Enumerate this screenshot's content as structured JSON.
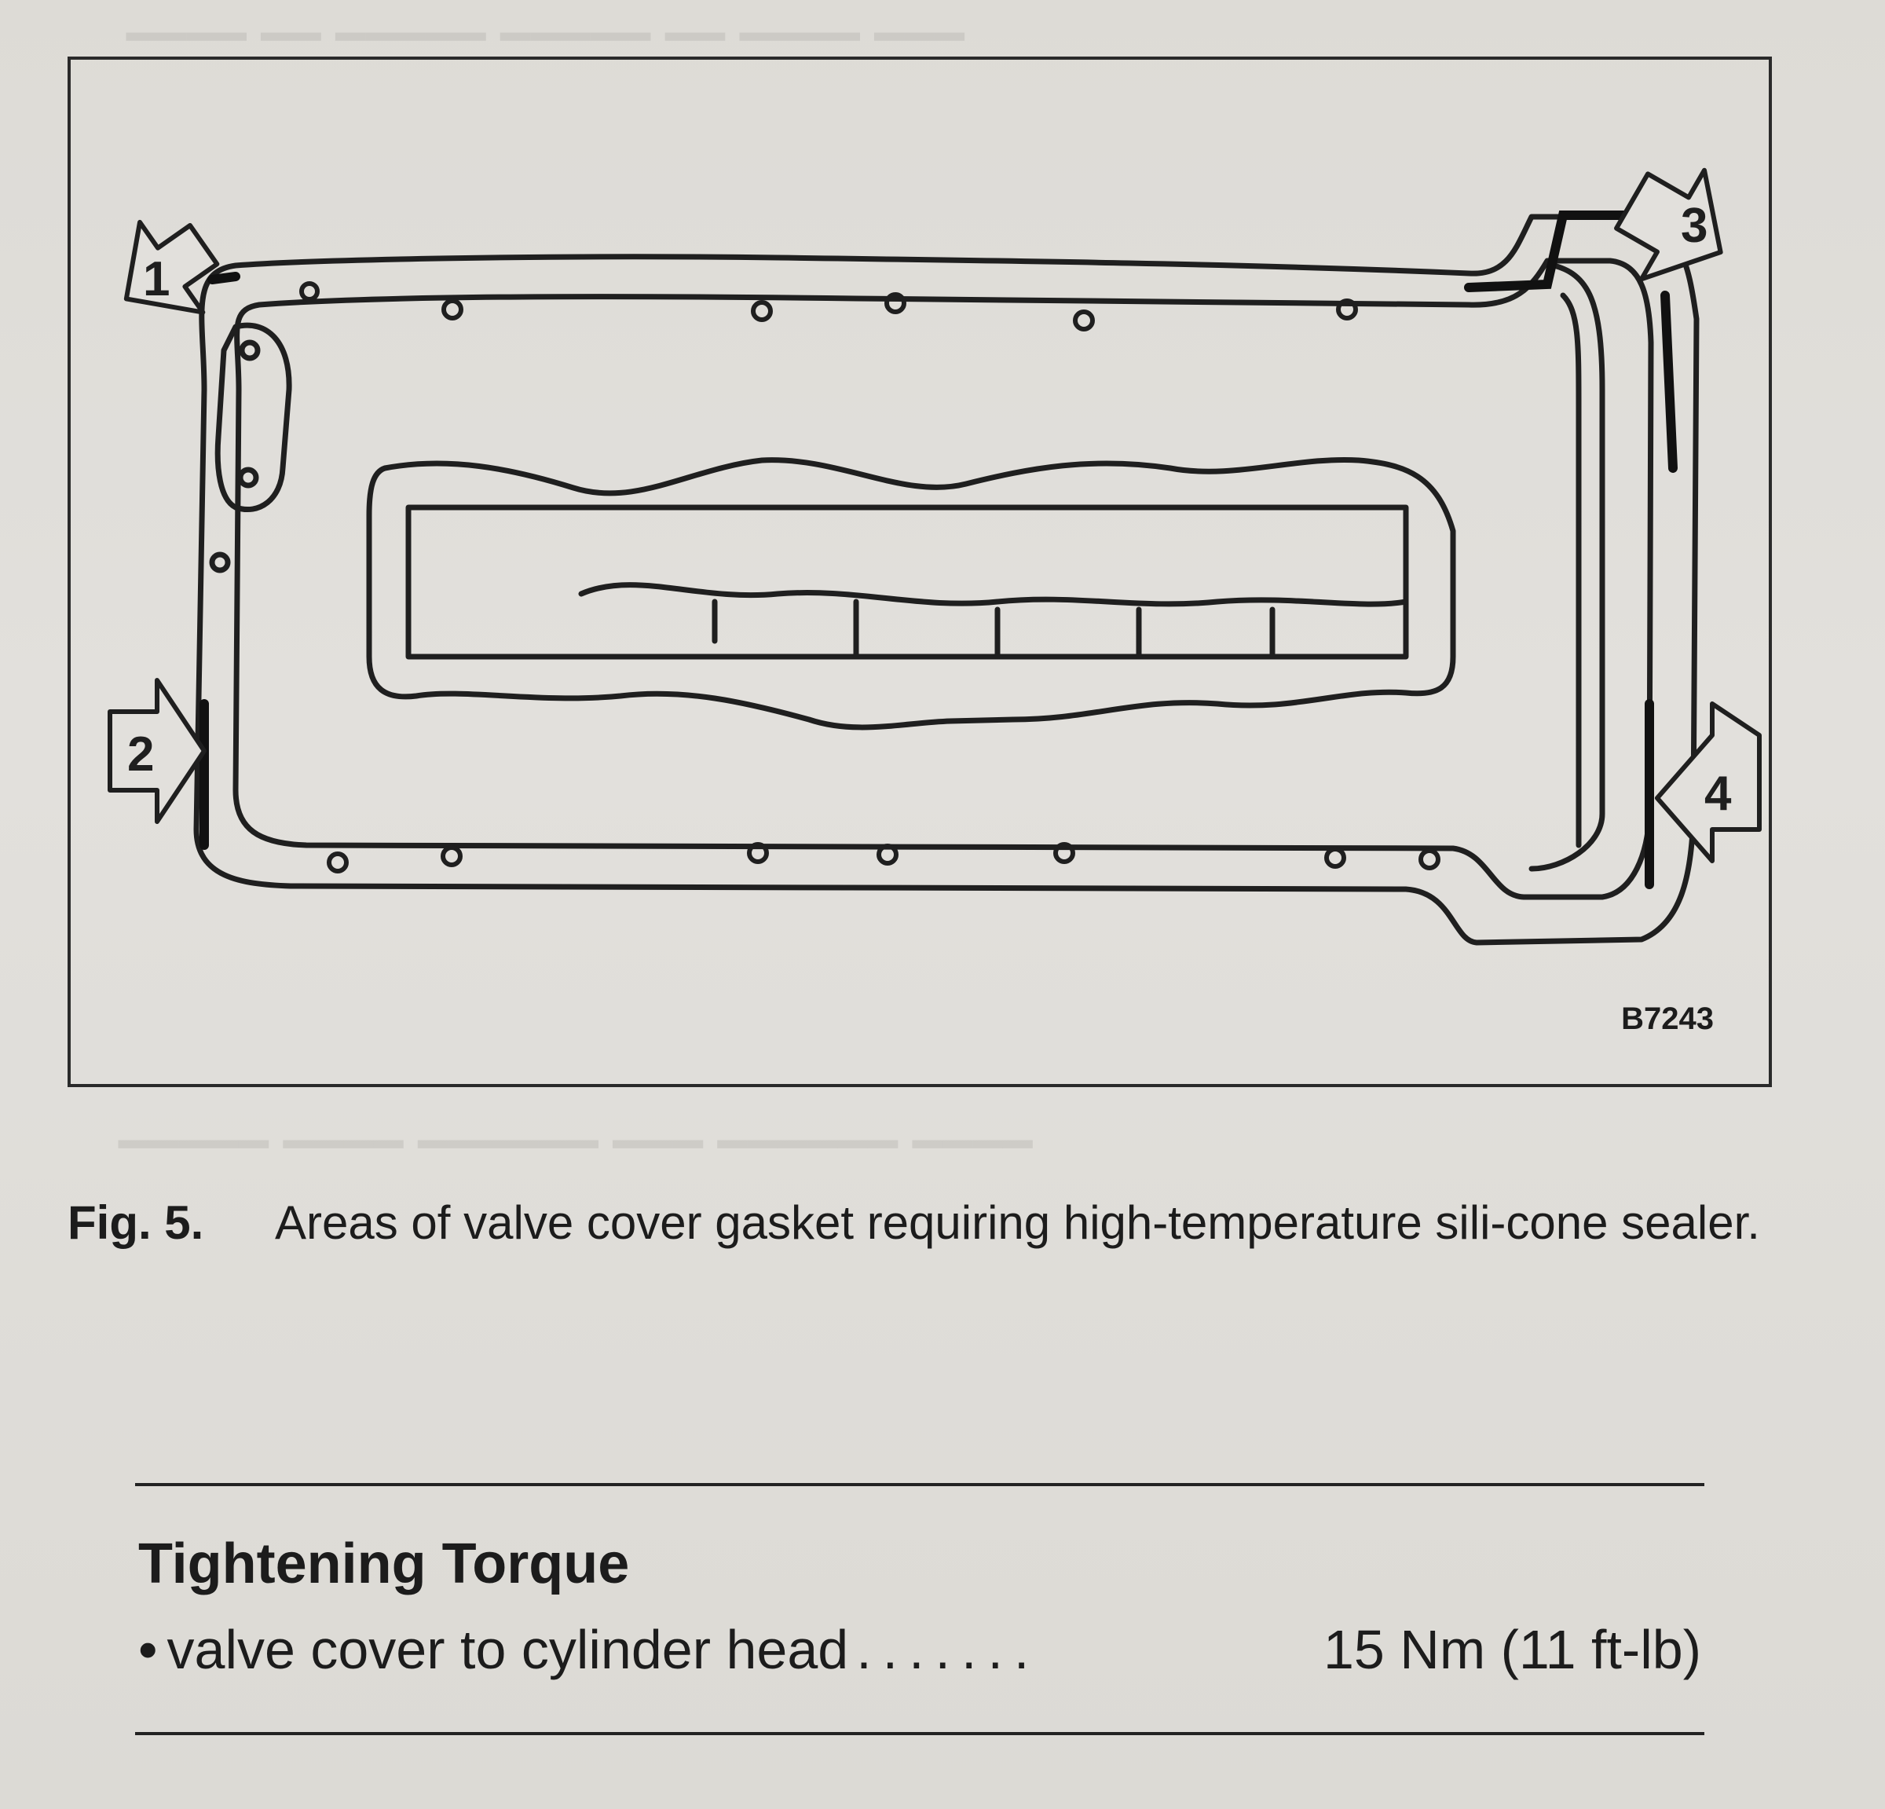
{
  "figure": {
    "id": "B7243",
    "callouts": [
      "1",
      "2",
      "3",
      "4"
    ]
  },
  "caption": {
    "label": "Fig. 5.",
    "text": "Areas of valve cover gasket requiring high-temperature sili-cone sealer."
  },
  "torque": {
    "title": "Tightening Torque",
    "bullet": "•",
    "item": "valve cover to cylinder head",
    "leader": ".......",
    "value": "15 Nm (11 ft-lb)"
  }
}
